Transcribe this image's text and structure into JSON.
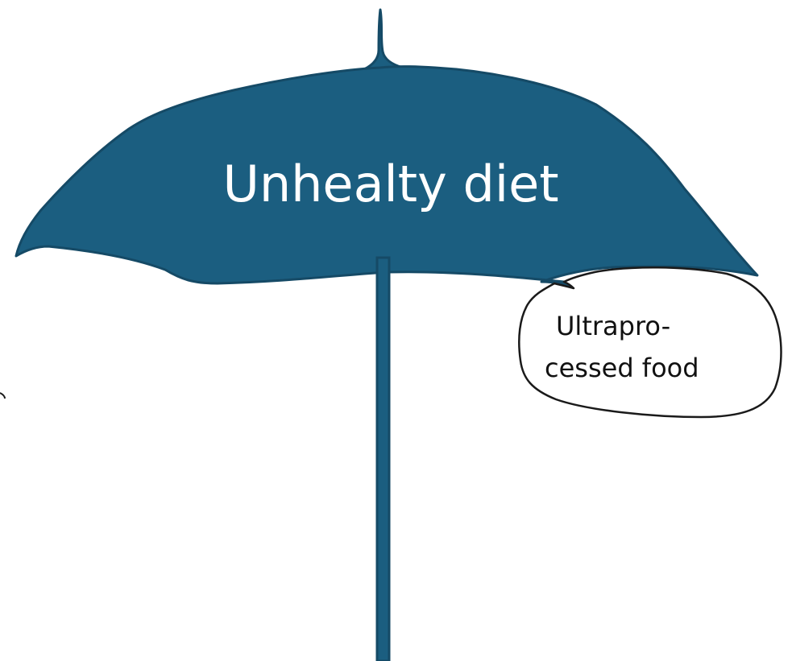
{
  "diagram": {
    "title": "Unhealty diet",
    "bubble": {
      "lines": [
        "Ultrapro-",
        "cessed food"
      ]
    }
  },
  "colors": {
    "umbrella_fill": "#1b5e80",
    "umbrella_stroke": "#154a66",
    "bubble_stroke": "#1a1a1a",
    "background": "#ffffff"
  }
}
